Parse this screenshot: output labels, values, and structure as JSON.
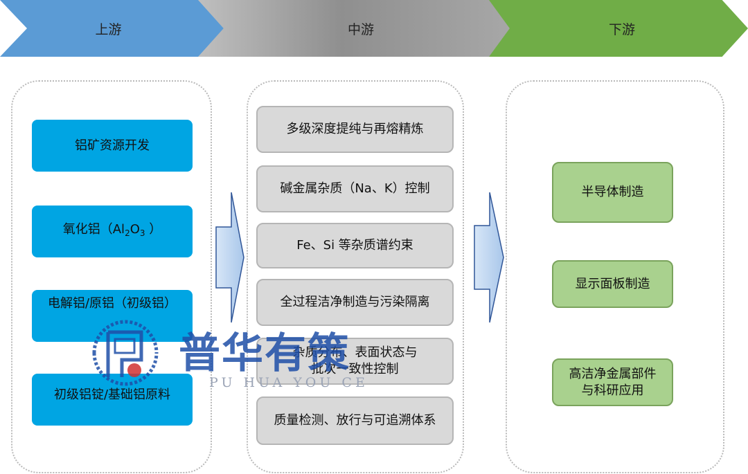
{
  "header": {
    "upstream": "上游",
    "midstream": "中游",
    "downstream": "下游"
  },
  "upstream": [
    {
      "text": "铝矿资源开发"
    },
    {
      "text_prefix": "氧化铝（Al",
      "sub1": "2",
      "mid": "O",
      "sub2": "3",
      "text_suffix": " ）"
    },
    {
      "text": "电解铝/原铝（初级铝）"
    },
    {
      "text": "初级铝锭/基础铝原料"
    }
  ],
  "midstream": [
    {
      "text": "多级深度提纯与再熔精炼"
    },
    {
      "text": "碱金属杂质（Na、K）控制"
    },
    {
      "text": "Fe、Si 等杂质谱约束"
    },
    {
      "text": "全过程洁净制造与污染隔离"
    },
    {
      "text": "杂质分布、表面状态与批次一致性控制"
    },
    {
      "text": "质量检测、放行与可追溯体系"
    }
  ],
  "downstream": [
    {
      "text": "半导体制造"
    },
    {
      "text": "显示面板制造"
    },
    {
      "text": "高洁净金属部件与科研应用"
    }
  ],
  "watermark": {
    "brand": "普华有策",
    "latin": "PU HUA YOU CE"
  },
  "colors": {
    "upstream_header": "#5b9bd5",
    "midstream_header": "#a6a6a6",
    "downstream_header": "#70ad47",
    "upstream_box": "#00a5e3",
    "midstream_box": "#d9d9d9",
    "downstream_box": "#a9d18e",
    "watermark": "#1f4fa8"
  }
}
